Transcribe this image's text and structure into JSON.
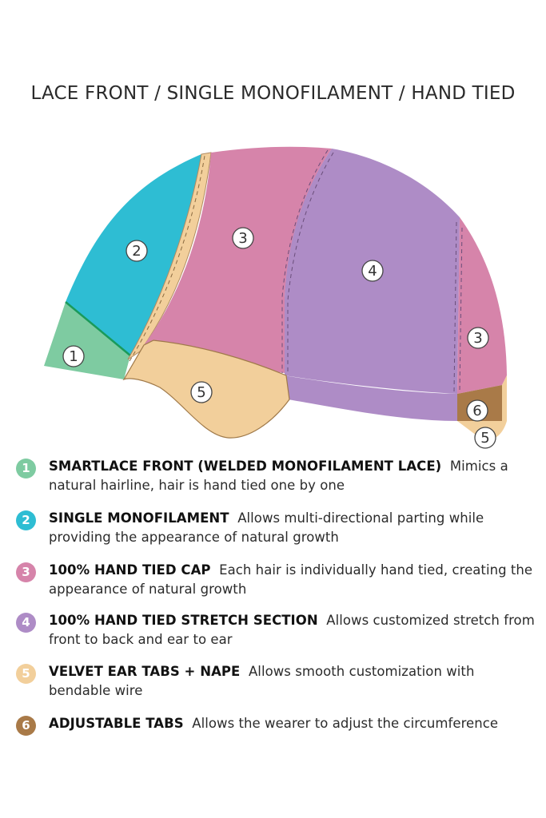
{
  "title": "LACE FRONT / SINGLE MONOFILAMENT / HAND TIED",
  "diagram": {
    "region_numbers": [
      "1",
      "2",
      "3",
      "4",
      "3",
      "5",
      "6",
      "5"
    ],
    "colors": {
      "green": "#7ecba1",
      "turquoise": "#2ebdd3",
      "pink": "#d684aa",
      "purple": "#ae8cc6",
      "tan": "#f2cf9b",
      "brown": "#a97a48"
    }
  },
  "legend": [
    {
      "number": "1",
      "title": "SMARTLACE FRONT (WELDED MONOFILAMENT LACE)",
      "description": "Mimics a natural hairline, hair is hand tied one by one",
      "color": "#7ecba1"
    },
    {
      "number": "2",
      "title": "SINGLE MONOFILAMENT",
      "description": "Allows multi-directional parting while providing the appearance of natural growth",
      "color": "#2ebdd3"
    },
    {
      "number": "3",
      "title": "100% HAND TIED CAP",
      "description": "Each hair is individually hand tied, creating the appearance of natural growth",
      "color": "#d684aa"
    },
    {
      "number": "4",
      "title": "100% HAND TIED STRETCH SECTION",
      "description": "Allows customized stretch from front to back and ear to ear",
      "color": "#ae8cc6"
    },
    {
      "number": "5",
      "title": "VELVET EAR TABS + NAPE",
      "description": "Allows smooth customization with bendable wire",
      "color": "#f2cf9b"
    },
    {
      "number": "6",
      "title": "ADJUSTABLE TABS",
      "description": "Allows the wearer to adjust the circumference",
      "color": "#a97a48"
    }
  ]
}
